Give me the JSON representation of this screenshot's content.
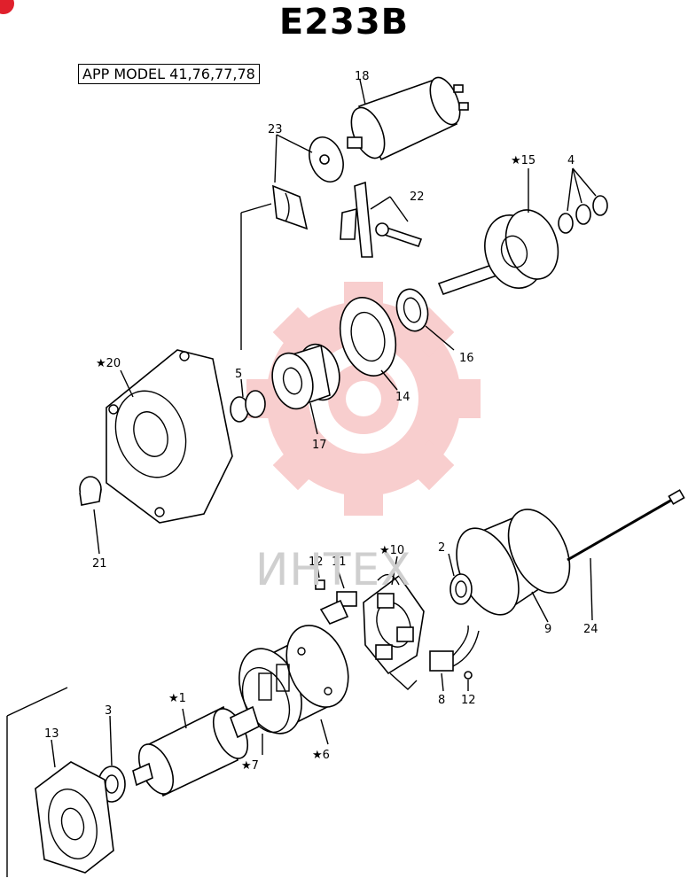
{
  "title": "E233B",
  "app_model": "APP MODEL 41,76,77,78",
  "watermark": {
    "text": "ИНТЕХ",
    "color": "#f6b0b0"
  },
  "callouts": {
    "p1": "★1",
    "p2": "2",
    "p3": "3",
    "p4": "4",
    "p5": "5",
    "p6": "★6",
    "p7": "★7",
    "p8": "8",
    "p9": "9",
    "p10": "★10",
    "p11": "11",
    "p12a": "12",
    "p12b": "12",
    "p13": "13",
    "p14": "14",
    "p15": "★15",
    "p16": "16",
    "p17": "17",
    "p18": "18",
    "p20": "★20",
    "p21": "21",
    "p22": "22",
    "p23": "23",
    "p24": "24"
  }
}
